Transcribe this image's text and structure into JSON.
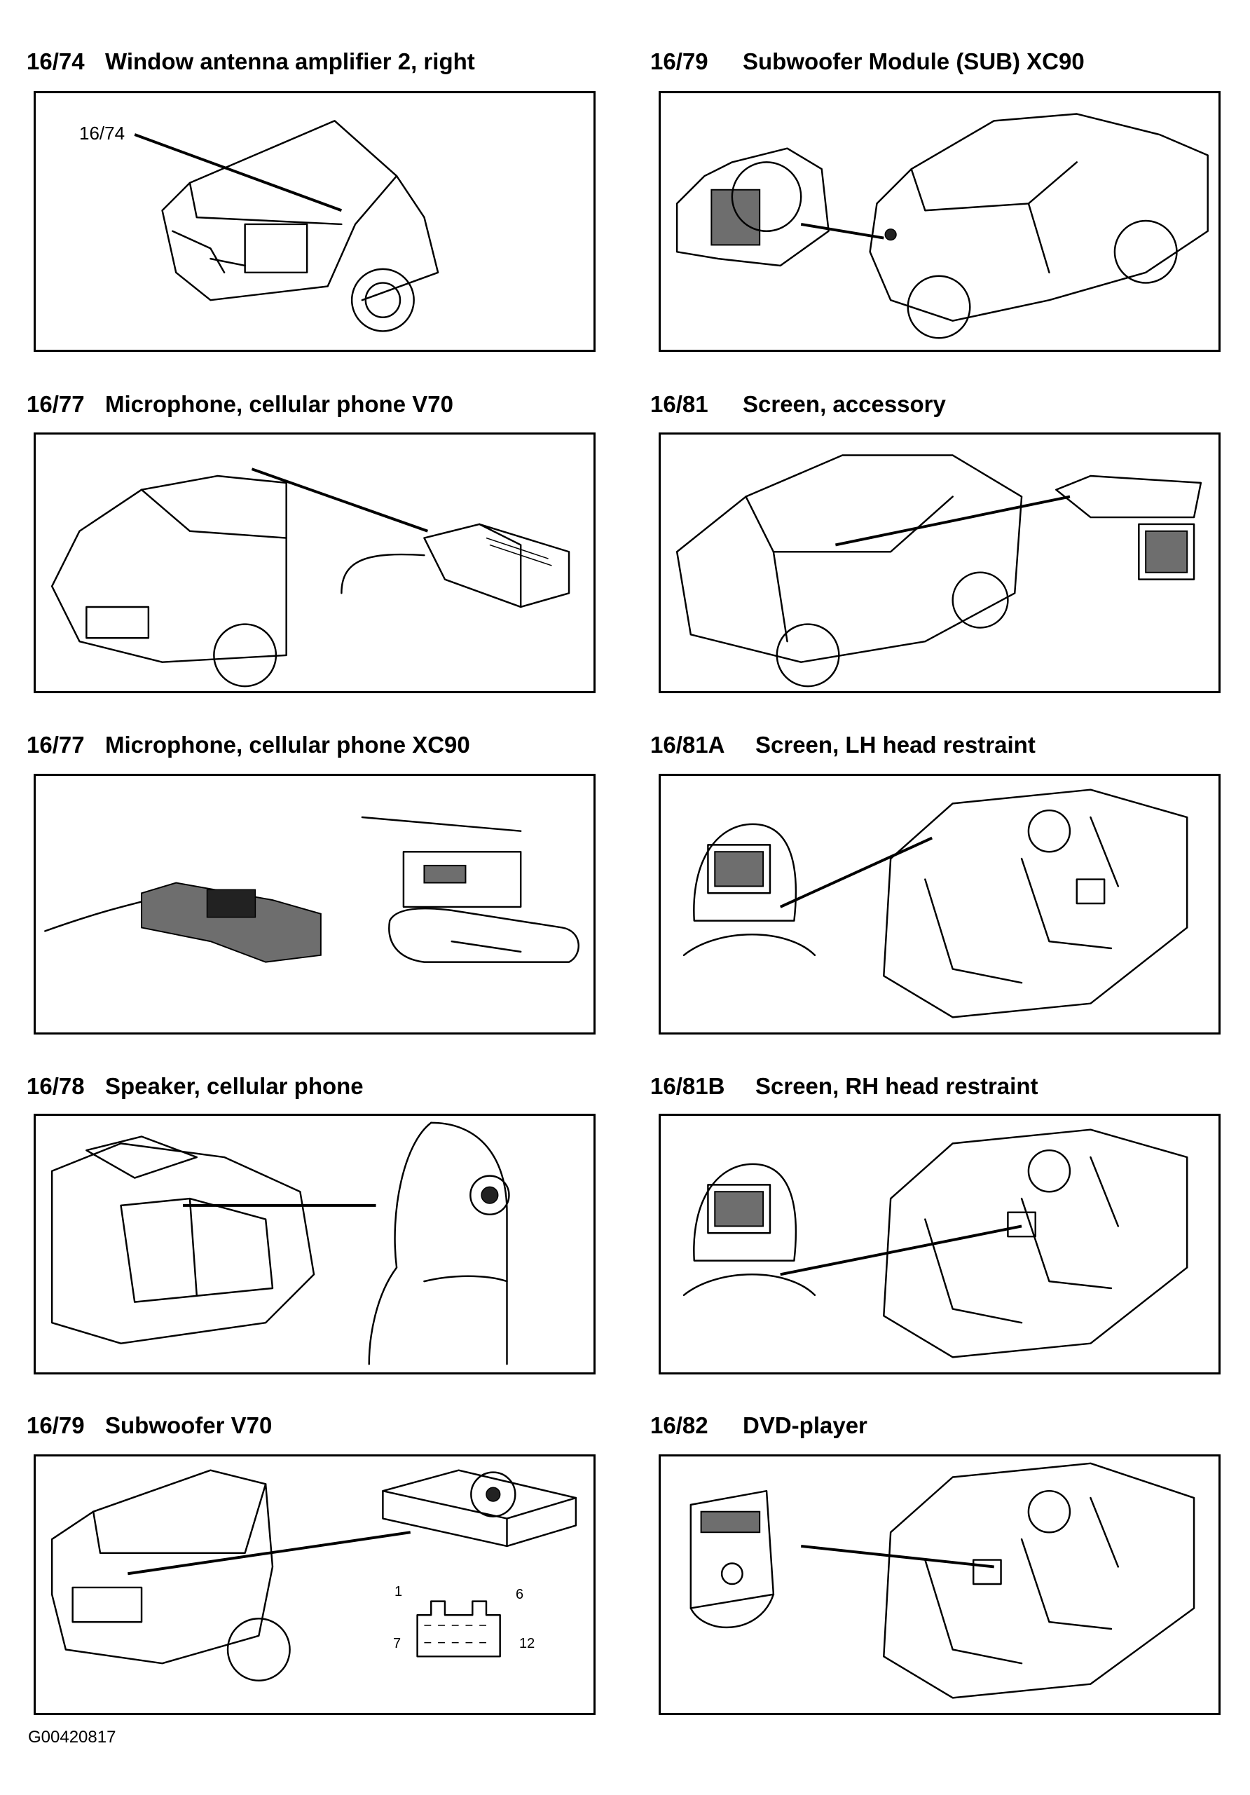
{
  "items": [
    {
      "code": "16/74",
      "title": "Window antenna amplifier 2, right",
      "callout": "16/74"
    },
    {
      "code": "16/79",
      "title": "Subwoofer Module (SUB) XC90"
    },
    {
      "code": "16/77",
      "title": "Microphone, cellular phone V70"
    },
    {
      "code": "16/81",
      "title": "Screen, accessory"
    },
    {
      "code": "16/77",
      "title": "Microphone, cellular phone XC90"
    },
    {
      "code": "16/81A",
      "title": "Screen, LH head restraint"
    },
    {
      "code": "16/78",
      "title": "Speaker, cellular phone"
    },
    {
      "code": "16/81B",
      "title": "Screen, RH head restraint"
    },
    {
      "code": "16/79",
      "title": "Subwoofer V70",
      "pins": [
        "1",
        "6",
        "7",
        "12"
      ]
    },
    {
      "code": "16/82",
      "title": "DVD-player"
    }
  ],
  "footer_code": "G00420817"
}
